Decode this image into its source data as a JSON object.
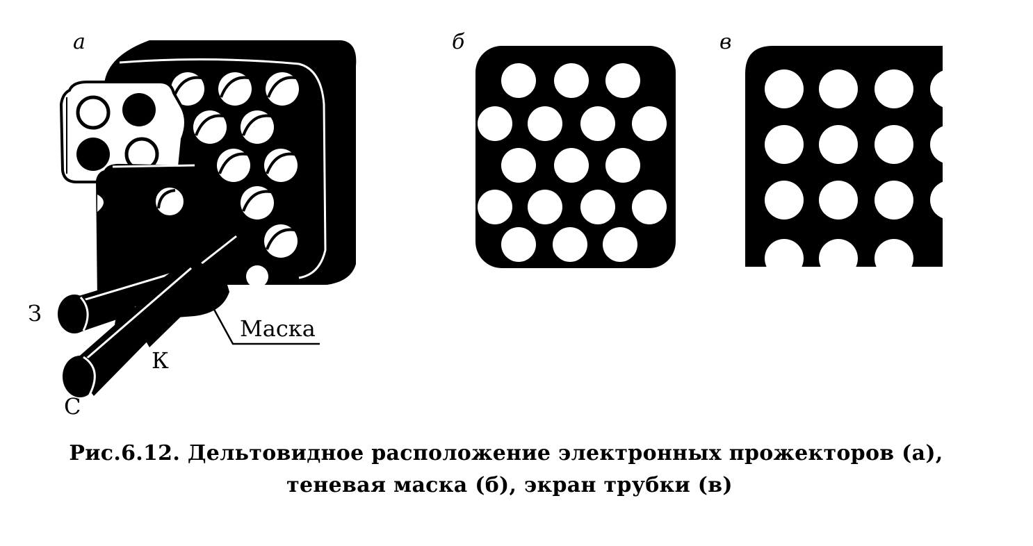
{
  "panels": {
    "a": {
      "letter": "а"
    },
    "b": {
      "letter": "б"
    },
    "v": {
      "letter": "в"
    }
  },
  "guns": {
    "z": "З",
    "k": "К",
    "s": "С"
  },
  "mask_label": "Маска",
  "caption": {
    "line1": "Рис.6.12. Дельтовидное расположение электронных прожекторов (а),",
    "line2": "теневая маска (б), экран трубки (в)"
  },
  "colors": {
    "ink": "#000000",
    "paper": "#ffffff"
  }
}
